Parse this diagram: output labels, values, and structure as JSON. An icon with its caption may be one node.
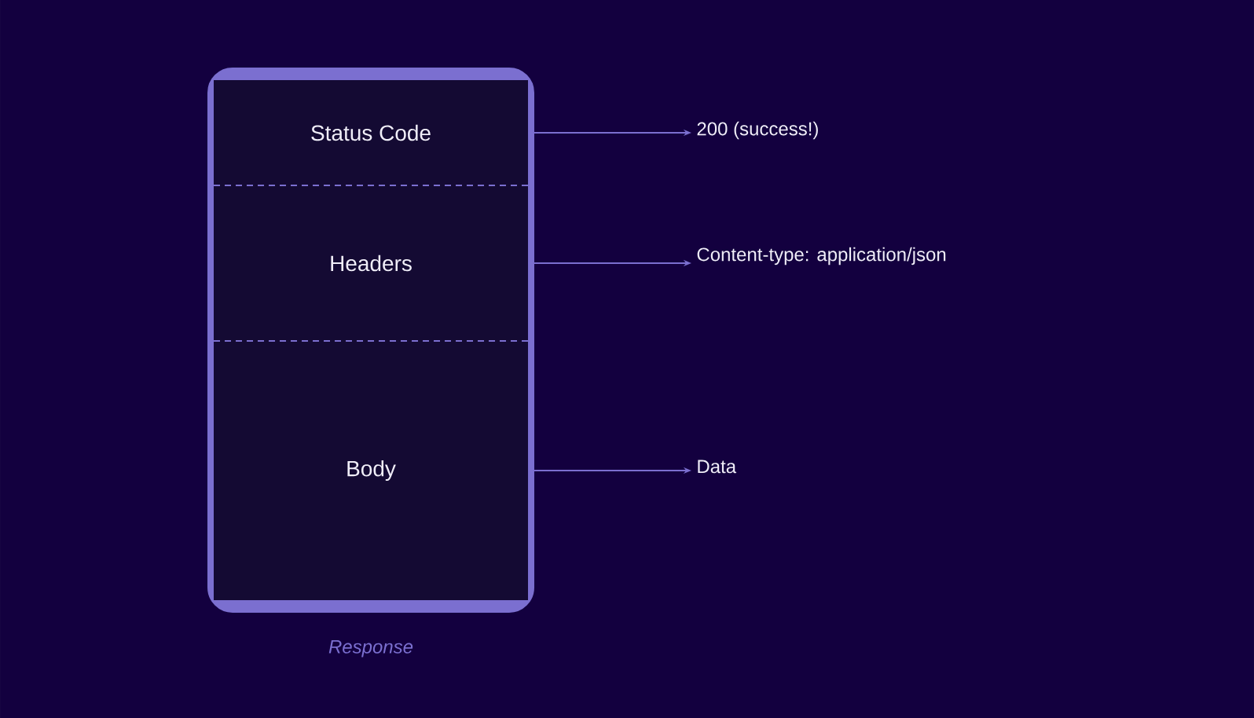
{
  "diagram": {
    "nodes": [
      {
        "text": [
          "Response"
        ]
      },
      {
        "text": [
          "Status Code"
        ],
        "in": 0
      },
      {
        "text": [
          "Headers"
        ],
        "in": 0
      },
      {
        "text": [
          "Body"
        ],
        "in": 0
      },
      {
        "text": [
          "200 (success!)"
        ]
      },
      {
        "text": [
          "Content-type: application/json"
        ]
      },
      {
        "text": [
          "Data"
        ]
      }
    ],
    "edges": [
      {
        "from": 1,
        "to": 4,
        "arrow": "to"
      },
      {
        "from": 2,
        "to": 5,
        "arrow": "to"
      },
      {
        "from": 3,
        "to": 6,
        "arrow": "to"
      }
    ]
  }
}
